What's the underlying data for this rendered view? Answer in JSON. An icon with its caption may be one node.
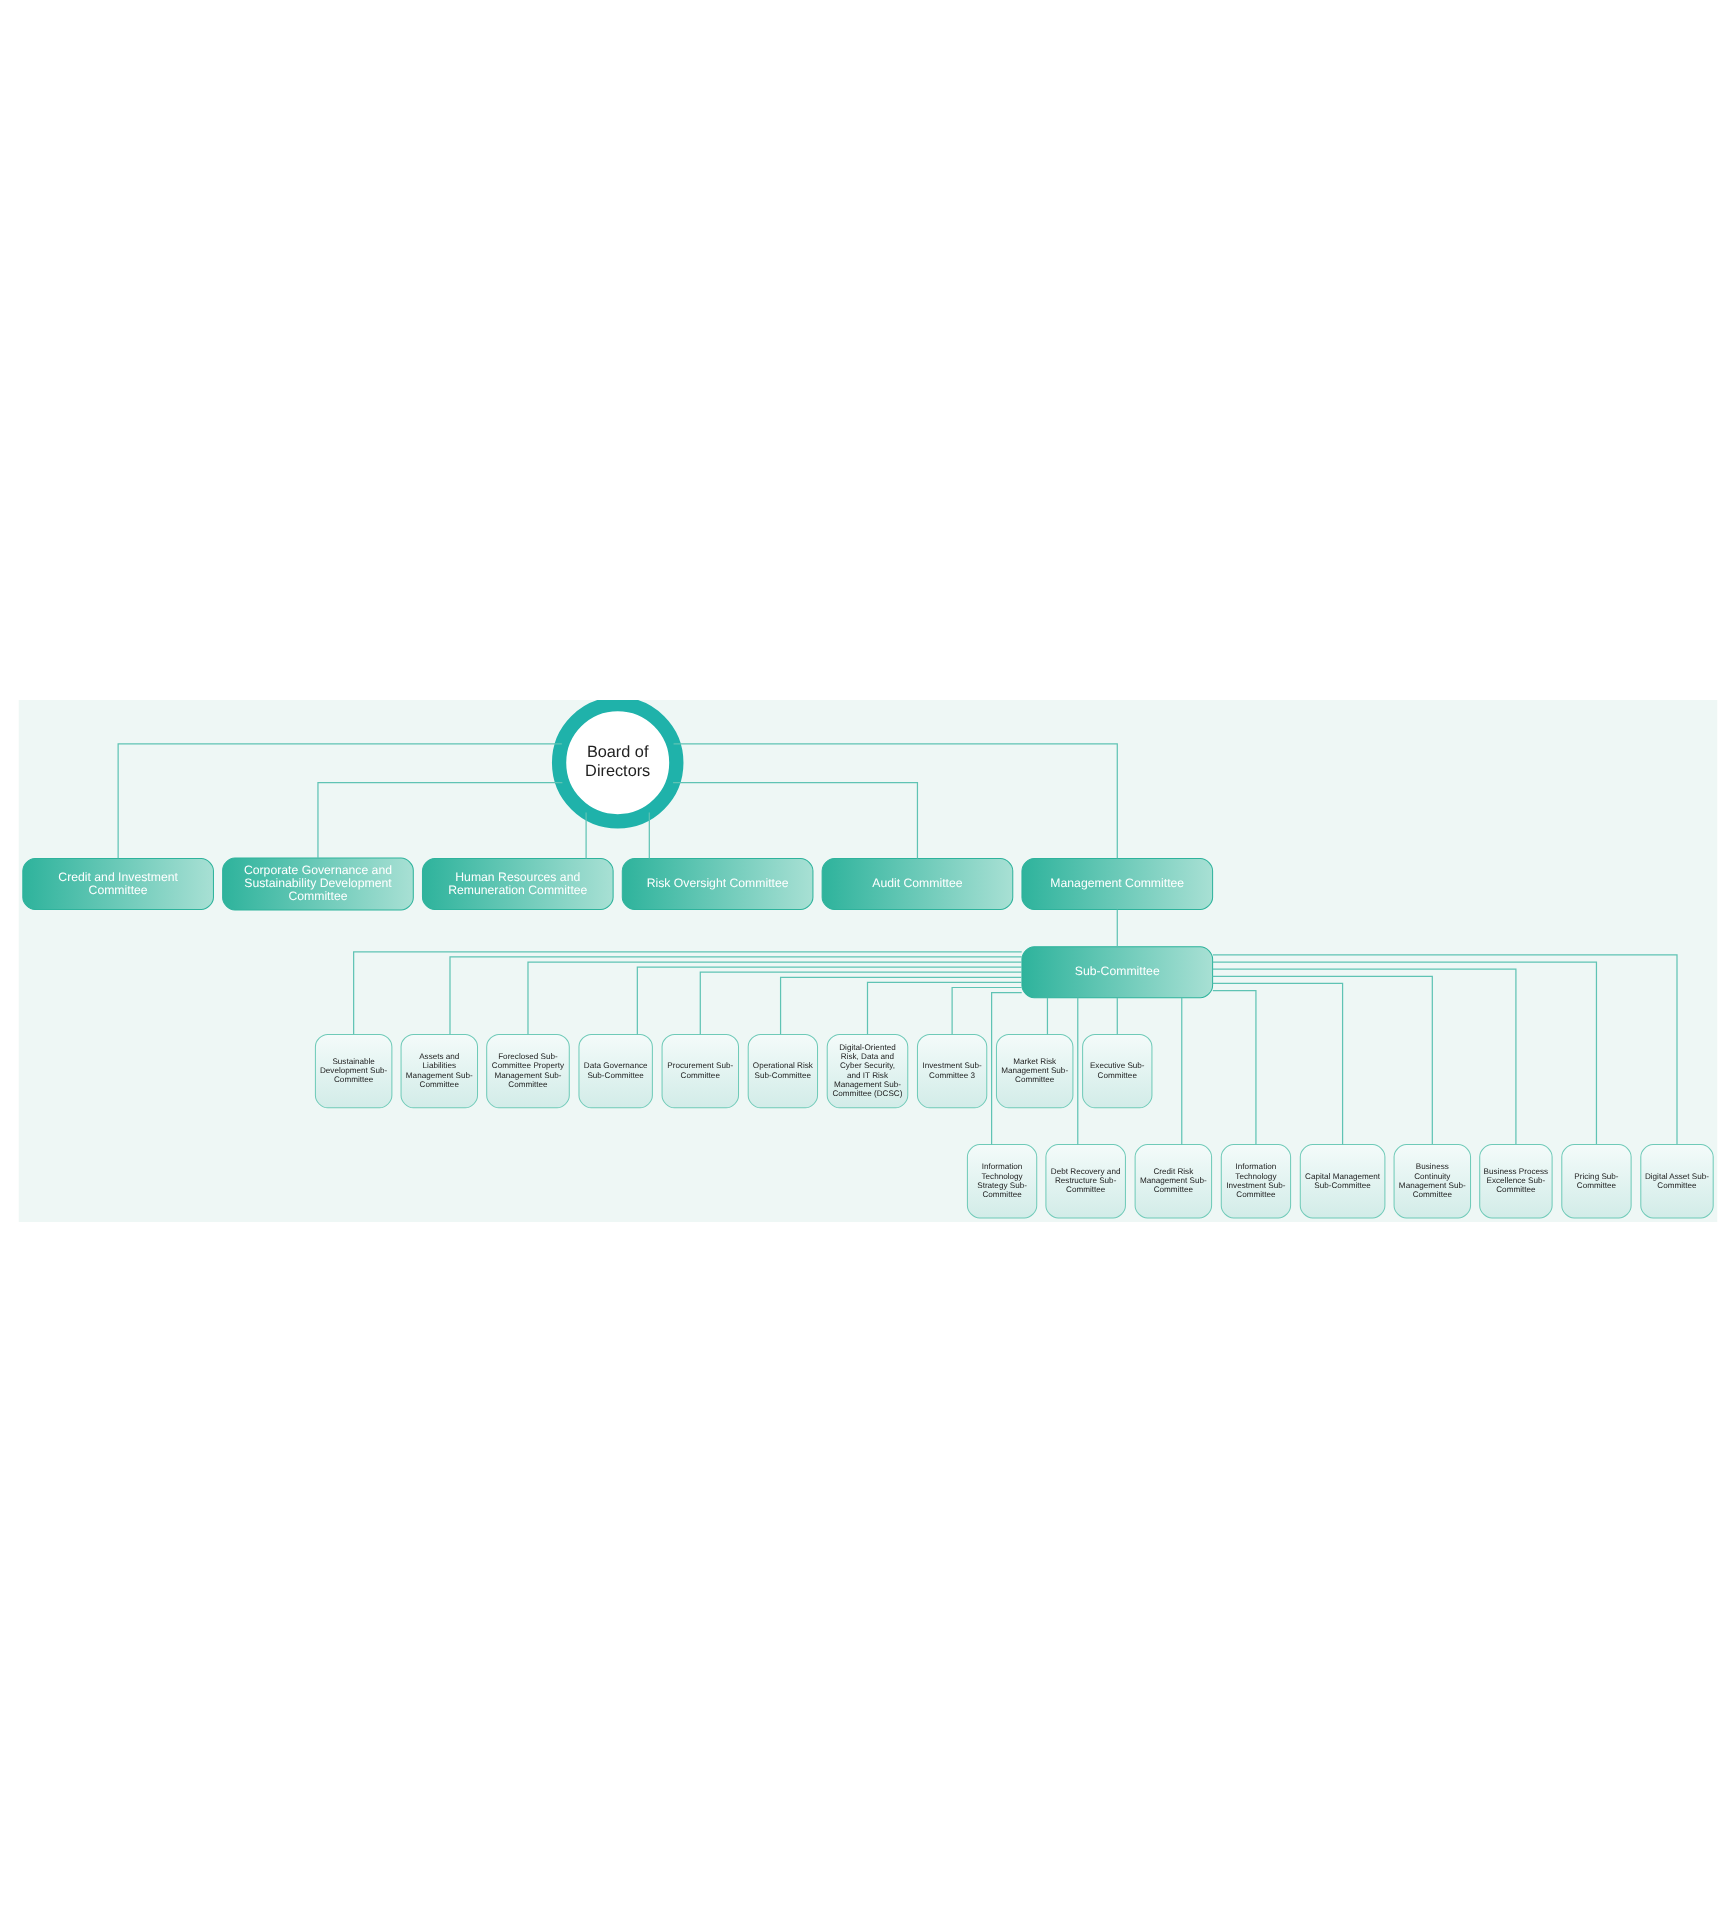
{
  "diagram": {
    "nodes": [
      {
        "text": [
          "Board of Directors"
        ]
      },
      {
        "text": [
          "Credit and Investment Committee"
        ]
      },
      {
        "text": [
          "Corporate Governance and Sustainability Development Committee"
        ]
      },
      {
        "text": [
          "Human Resources and Remuneration Committee"
        ]
      },
      {
        "text": [
          "Risk Oversight Committee"
        ]
      },
      {
        "text": [
          "Audit Committee"
        ]
      },
      {
        "text": [
          "Management Committee"
        ]
      },
      {
        "text": [
          "Sub-Committee"
        ]
      },
      {
        "text": [
          "Sustainable Development Sub-Committee"
        ]
      },
      {
        "text": [
          "Assets and Liabilities Management Sub-Committee"
        ]
      },
      {
        "text": [
          "Foreclosed Sub-Committee Property Management Sub-Committee"
        ]
      },
      {
        "text": [
          "Data Governance Sub-Committee"
        ]
      },
      {
        "text": [
          "Procurement Sub-Committee"
        ]
      },
      {
        "text": [
          "Operational Risk Sub-Committee"
        ]
      },
      {
        "text": [
          "Digital-Oriented Risk, Data and Cyber Security, and IT Risk Management Sub-Committee (DCSC)"
        ]
      },
      {
        "text": [
          "Investment Sub-Committee 3"
        ]
      },
      {
        "text": [
          "Market Risk Management Sub-Committee"
        ]
      },
      {
        "text": [
          "Executive Sub-Committee"
        ]
      },
      {
        "text": [
          "Information Technology Strategy Sub-Committee"
        ]
      },
      {
        "text": [
          "Debt Recovery and Restructure Sub-Committee"
        ]
      },
      {
        "text": [
          "Credit Risk Management Sub-Committee"
        ]
      },
      {
        "text": [
          "Information Technology Investment Sub-Committee"
        ]
      },
      {
        "text": [
          "Capital Management Sub-Committee"
        ]
      },
      {
        "text": [
          "Business Continuity Management Sub-Committee"
        ]
      },
      {
        "text": [
          "Business Process Excellence Sub-Committee"
        ]
      },
      {
        "text": [
          "Pricing Sub-Committee"
        ]
      },
      {
        "text": [
          "Digital Asset Sub-Committee"
        ]
      }
    ],
    "edges": [
      {
        "from": 0,
        "to": 1,
        "arrow": "none"
      },
      {
        "from": 0,
        "to": 2,
        "arrow": "none"
      },
      {
        "from": 0,
        "to": 3,
        "arrow": "none"
      },
      {
        "from": 0,
        "to": 4,
        "arrow": "none"
      },
      {
        "from": 0,
        "to": 5,
        "arrow": "none"
      },
      {
        "from": 0,
        "to": 6,
        "arrow": "none"
      },
      {
        "from": 6,
        "to": 7,
        "arrow": "none"
      },
      {
        "from": 7,
        "to": 8,
        "arrow": "none"
      },
      {
        "from": 7,
        "to": 9,
        "arrow": "none"
      },
      {
        "from": 7,
        "to": 10,
        "arrow": "none"
      },
      {
        "from": 7,
        "to": 11,
        "arrow": "none"
      },
      {
        "from": 7,
        "to": 12,
        "arrow": "none"
      },
      {
        "from": 7,
        "to": 13,
        "arrow": "none"
      },
      {
        "from": 7,
        "to": 14,
        "arrow": "none"
      },
      {
        "from": 7,
        "to": 15,
        "arrow": "none"
      },
      {
        "from": 7,
        "to": 16,
        "arrow": "none"
      },
      {
        "from": 7,
        "to": 17,
        "arrow": "none"
      },
      {
        "from": 7,
        "to": 18,
        "arrow": "none"
      },
      {
        "from": 7,
        "to": 19,
        "arrow": "none"
      },
      {
        "from": 7,
        "to": 20,
        "arrow": "none"
      },
      {
        "from": 7,
        "to": 21,
        "arrow": "none"
      },
      {
        "from": 7,
        "to": 22,
        "arrow": "none"
      },
      {
        "from": 7,
        "to": 23,
        "arrow": "none"
      },
      {
        "from": 7,
        "to": 24,
        "arrow": "none"
      },
      {
        "from": 7,
        "to": 25,
        "arrow": "none"
      },
      {
        "from": 7,
        "to": 26,
        "arrow": "none"
      }
    ]
  }
}
